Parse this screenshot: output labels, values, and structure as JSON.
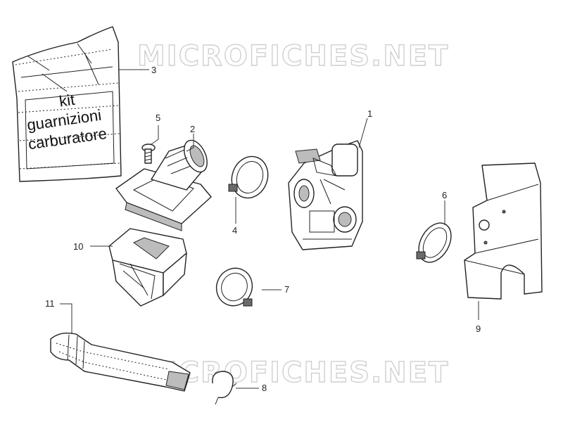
{
  "watermark": "MICROFICHES.NET",
  "bag": {
    "lines": [
      "kit",
      "guarnizioni",
      "carburatore"
    ]
  },
  "callouts": [
    "1",
    "2",
    "3",
    "4",
    "5",
    "6",
    "7",
    "8",
    "9",
    "10",
    "11"
  ]
}
